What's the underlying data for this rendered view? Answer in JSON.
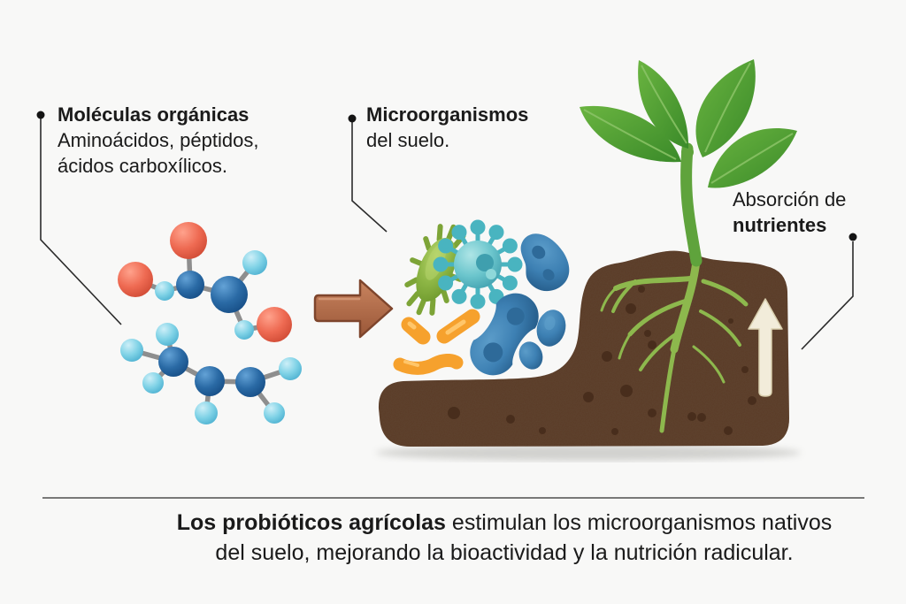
{
  "figure": {
    "background": "#f8f8f7",
    "labels": {
      "molecules": {
        "title": "Moléculas orgánicas",
        "line1": "Aminoácidos, péptidos,",
        "line2": "ácidos carboxílicos."
      },
      "microbes": {
        "title": "Microorganismos",
        "subtitle": "del suelo."
      },
      "absorption": {
        "line1": "Absorción de",
        "line2": "nutrientes"
      }
    },
    "caption": {
      "lead_bold": "Los probióticos agrícolas",
      "line1_rest": " estimulan los microorganismos nativos",
      "line2": "del suelo, mejorando la bioactividad y la nutrición radicular."
    },
    "colors": {
      "text": "#1a1a1a",
      "leader_line": "#2b2b2b",
      "soil": "#5b3b26",
      "soil_pebble": "#462c1b",
      "stem_green": "#5fa33c",
      "leaf_green": "#4d9b33",
      "root_green": "#8db84d",
      "arrow_brown": "#b06949",
      "arrow_cream": "#f2ecda",
      "microbe_green": "#8cb544",
      "microbe_teal": "#6cc6cd",
      "microbe_blue": "#3d80b3",
      "microbe_orange": "#f6a12d",
      "atom_red": "#ee6a52",
      "atom_blue": "#2a6aa5",
      "atom_cyan": "#7fd2e6"
    }
  }
}
